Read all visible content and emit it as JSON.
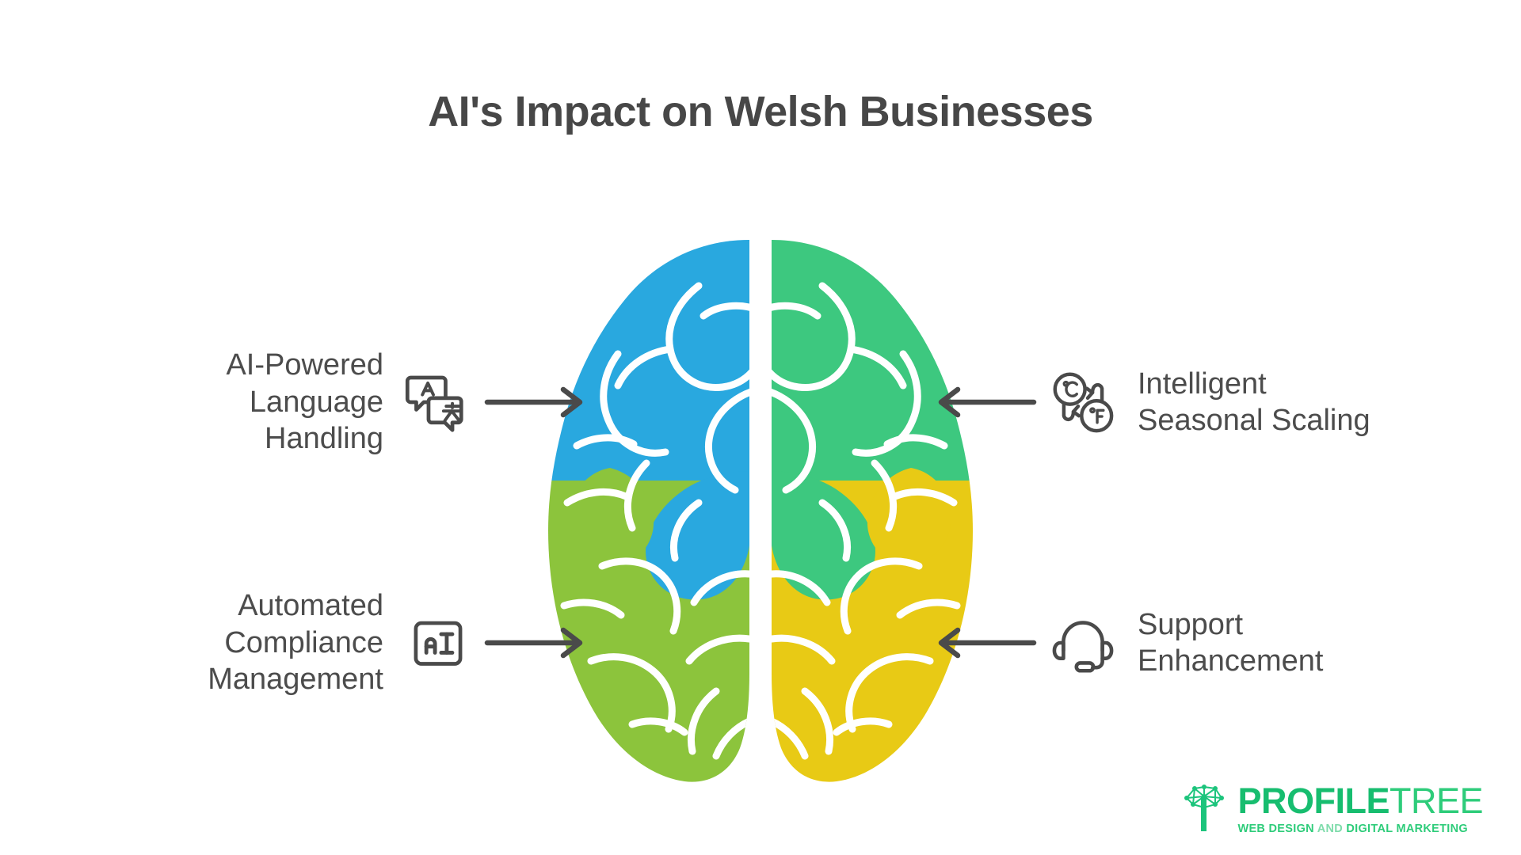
{
  "page": {
    "title": "AI's Impact on Welsh Businesses",
    "background_color": "#ffffff",
    "text_color": "#4a4a4a"
  },
  "features": [
    {
      "id": "ai-powered-language-handling",
      "side": "left",
      "label": "AI-Powered\nLanguage\nHandling",
      "icon": "translate-icon",
      "icon_glyphs": [
        "A",
        "文"
      ],
      "arrow": "arrow-right-icon",
      "arrow_direction": "right",
      "brain_quadrant_color": "#29a8df"
    },
    {
      "id": "intelligent-seasonal-scaling",
      "side": "right",
      "label": "Intelligent\nSeasonal Scaling",
      "icon": "temperature-conversion-icon",
      "icon_glyphs": [
        "°C",
        "°F"
      ],
      "arrow": "arrow-left-icon",
      "arrow_direction": "left",
      "brain_quadrant_color": "#3dc87f"
    },
    {
      "id": "automated-compliance-management",
      "side": "left",
      "label": "Automated\nCompliance\nManagement",
      "icon": "ai-badge-icon",
      "icon_glyphs": [
        "AI"
      ],
      "arrow": "arrow-right-icon",
      "arrow_direction": "right",
      "brain_quadrant_color": "#8cc43c"
    },
    {
      "id": "support-enhancement",
      "side": "right",
      "label": "Support\nEnhancement",
      "icon": "headset-icon",
      "icon_glyphs": [],
      "arrow": "arrow-left-icon",
      "arrow_direction": "left",
      "brain_quadrant_color": "#e8ca15"
    }
  ],
  "brain": {
    "name": "brain-illustration",
    "view": "top-down split hemispheres",
    "quadrants": [
      {
        "position": "top-left",
        "color": "#29a8df"
      },
      {
        "position": "top-right",
        "color": "#3dc87f"
      },
      {
        "position": "bottom-left",
        "color": "#8cc43c"
      },
      {
        "position": "bottom-right",
        "color": "#e8ca15"
      }
    ],
    "gyri_line_color": "#ffffff"
  },
  "logo": {
    "mark": "profiletree-tree-icon",
    "word_primary": "PROFILE",
    "word_secondary": "TREE",
    "tagline_part_1": "WEB DESIGN ",
    "tagline_part_2": "AND ",
    "tagline_part_3": "DIGITAL MARKETING",
    "color_primary": "#17bd6f",
    "color_secondary": "#2ecc7a"
  }
}
